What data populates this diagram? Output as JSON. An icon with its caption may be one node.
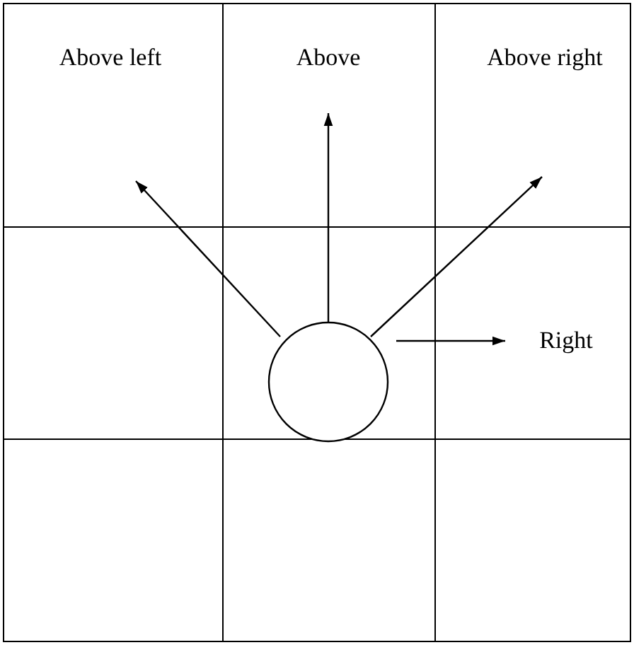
{
  "diagram": {
    "nodes": [
      {
        "text": [],
        "shape": "circle"
      },
      {
        "text": [
          "Above left"
        ]
      },
      {
        "text": [
          "Above"
        ]
      },
      {
        "text": [
          "Above right"
        ]
      },
      {
        "text": [
          "Right"
        ]
      }
    ],
    "edges": [
      {
        "from": 0,
        "to": 1,
        "arrow": "to"
      },
      {
        "from": 0,
        "to": 2,
        "arrow": "to"
      },
      {
        "from": 0,
        "to": 3,
        "arrow": "to"
      },
      {
        "from": 0,
        "to": 4,
        "arrow": "to"
      }
    ]
  }
}
